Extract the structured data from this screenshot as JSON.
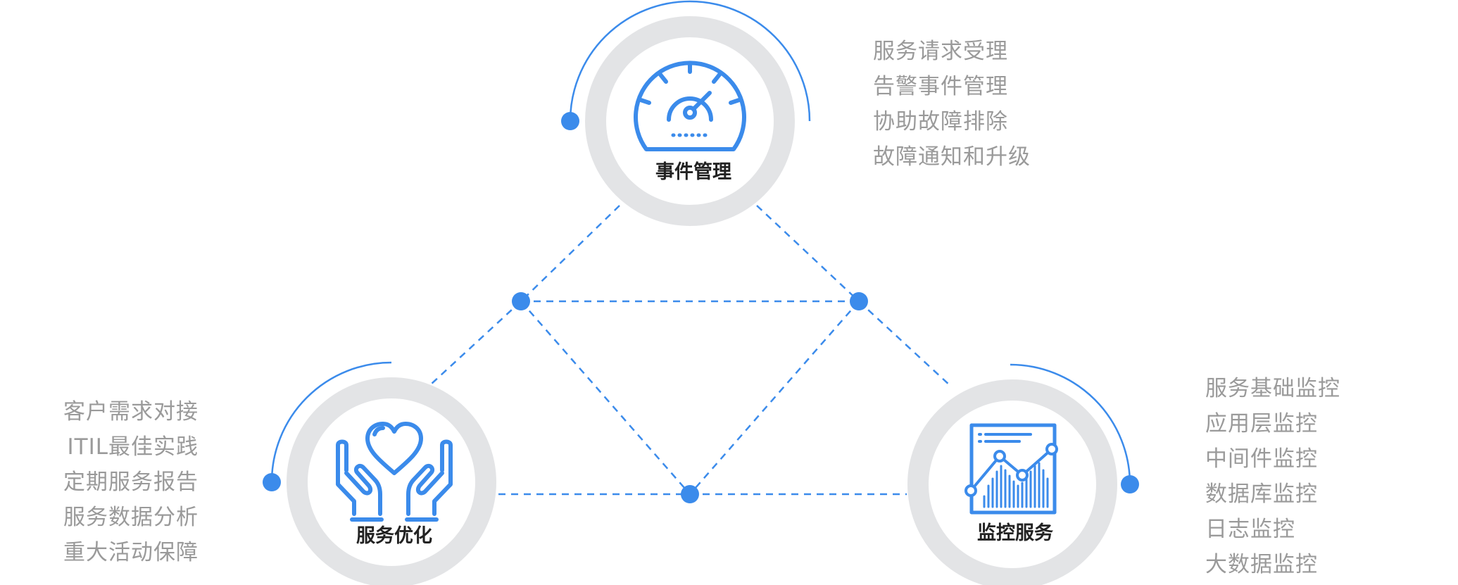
{
  "colors": {
    "accent": "#3b8beb",
    "ring": "#e3e4e6",
    "text_muted": "#9a9a9a",
    "label": "#222222"
  },
  "nodes": {
    "incident": {
      "label": "事件管理",
      "icon": "speedometer-icon",
      "items": [
        "服务请求受理",
        "告警事件管理",
        "协助故障排除",
        "故障通知和升级"
      ]
    },
    "optimization": {
      "label": "服务优化",
      "icon": "hands-heart-icon",
      "items": [
        "客户需求对接",
        "ITIL最佳实践",
        "定期服务报告",
        "服务数据分析",
        "重大活动保障"
      ]
    },
    "monitoring": {
      "label": "监控服务",
      "icon": "chart-monitor-icon",
      "items": [
        "服务基础监控",
        "应用层监控",
        "中间件监控",
        "数据库监控",
        "日志监控",
        "大数据监控"
      ]
    }
  }
}
